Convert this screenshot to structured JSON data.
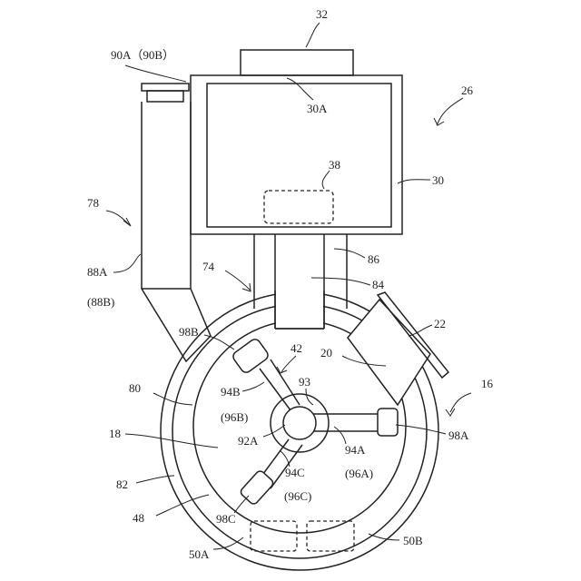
{
  "labels": {
    "l32": "32",
    "l90": "90A（90B）",
    "l26": "26",
    "l30A": "30A",
    "l38": "38",
    "l30": "30",
    "l78": "78",
    "l86": "86",
    "l74": "74",
    "l88A": "88A",
    "l84": "84",
    "l88B": "(88B)",
    "l22": "22",
    "l98B": "98B",
    "l42": "42",
    "l20": "20",
    "l93": "93",
    "l94B": "94B",
    "l80": "80",
    "l16": "16",
    "l96B": "(96B)",
    "l18": "18",
    "l92A": "92A",
    "l98A": "98A",
    "l94A": "94A",
    "l94C": "94C",
    "l96A": "(96A)",
    "l82": "82",
    "l96C": "(96C)",
    "l48": "48",
    "l98C": "98C",
    "l50A": "50A",
    "l50B": "50B"
  }
}
